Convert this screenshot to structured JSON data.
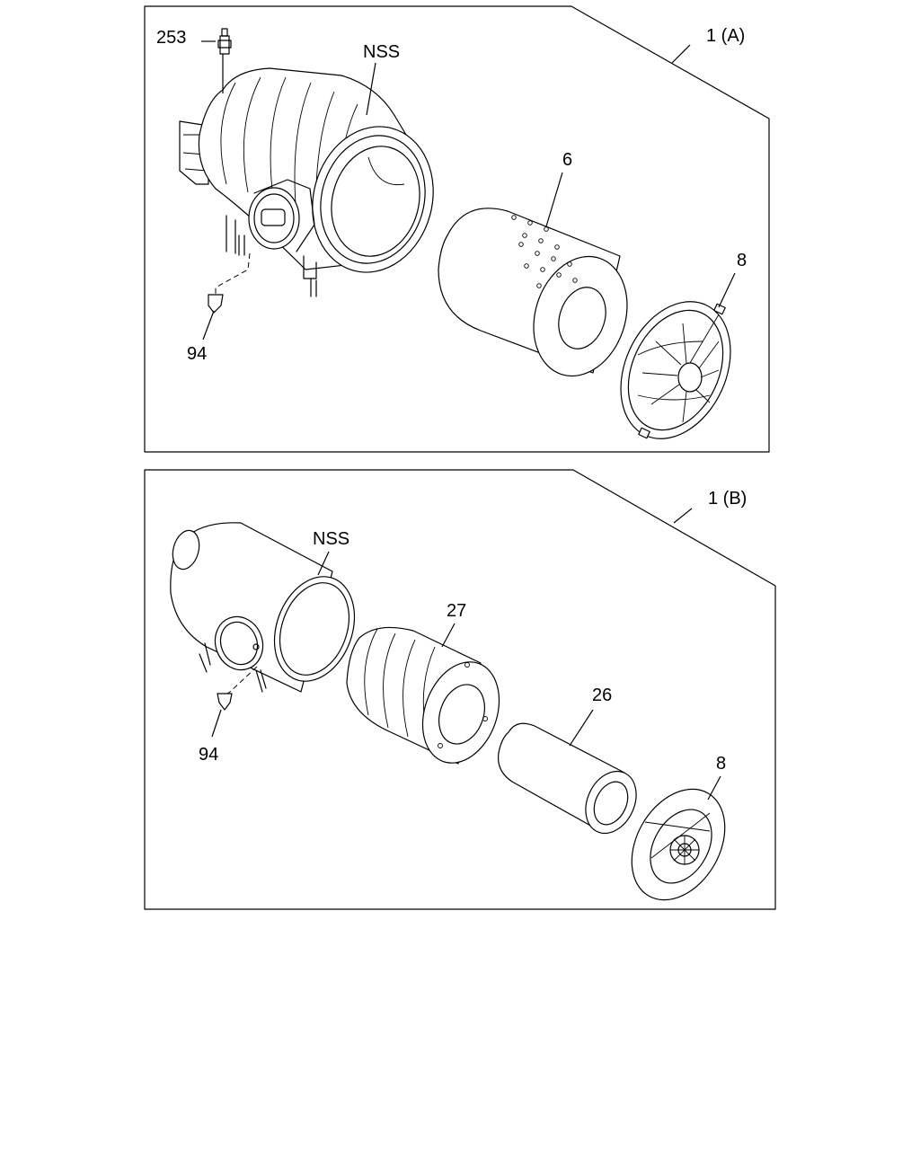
{
  "panels": [
    {
      "id": "A",
      "assembly_label": "1 (A)",
      "callouts": {
        "screw": "253",
        "housing": "NSS",
        "element": "6",
        "cover": "8",
        "valve": "94"
      }
    },
    {
      "id": "B",
      "assembly_label": "1 (B)",
      "callouts": {
        "housing": "NSS",
        "outer_element": "27",
        "inner_element": "26",
        "cover": "8",
        "valve": "94"
      }
    }
  ]
}
